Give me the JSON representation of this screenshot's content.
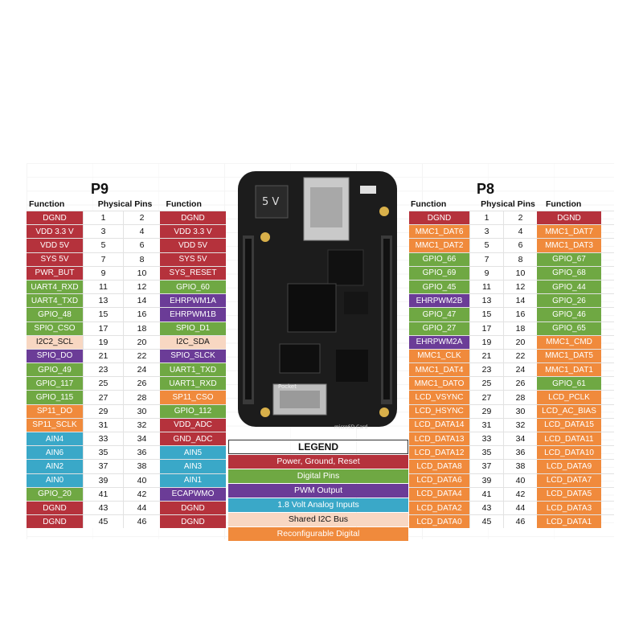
{
  "colors": {
    "power": "#b5323c",
    "digital": "#6fa843",
    "pwm": "#6b3c97",
    "analog": "#3aa8c8",
    "i2c": "#f8d7c2",
    "reconf": "#f08a3c"
  },
  "p9": {
    "title": "P9",
    "headers": [
      "Function",
      "Physical Pins",
      "Function"
    ],
    "rows": [
      {
        "l": "DGND",
        "lc": "power",
        "a": "1",
        "b": "2",
        "r": "DGND",
        "rc": "power"
      },
      {
        "l": "VDD 3.3 V",
        "lc": "power",
        "a": "3",
        "b": "4",
        "r": "VDD 3.3 V",
        "rc": "power"
      },
      {
        "l": "VDD 5V",
        "lc": "power",
        "a": "5",
        "b": "6",
        "r": "VDD 5V",
        "rc": "power"
      },
      {
        "l": "SYS 5V",
        "lc": "power",
        "a": "7",
        "b": "8",
        "r": "SYS 5V",
        "rc": "power"
      },
      {
        "l": "PWR_BUT",
        "lc": "power",
        "a": "9",
        "b": "10",
        "r": "SYS_RESET",
        "rc": "power"
      },
      {
        "l": "UART4_RXD",
        "lc": "digital",
        "a": "11",
        "b": "12",
        "r": "GPIO_60",
        "rc": "digital"
      },
      {
        "l": "UART4_TXD",
        "lc": "digital",
        "a": "13",
        "b": "14",
        "r": "EHRPWM1A",
        "rc": "pwm"
      },
      {
        "l": "GPIO_48",
        "lc": "digital",
        "a": "15",
        "b": "16",
        "r": "EHRPWM1B",
        "rc": "pwm"
      },
      {
        "l": "SPIO_CSO",
        "lc": "digital",
        "a": "17",
        "b": "18",
        "r": "SPIO_D1",
        "rc": "digital"
      },
      {
        "l": "I2C2_SCL",
        "lc": "i2c",
        "a": "19",
        "b": "20",
        "r": "I2C_SDA",
        "rc": "i2c"
      },
      {
        "l": "SPIO_DO",
        "lc": "pwm",
        "a": "21",
        "b": "22",
        "r": "SPIO_SLCK",
        "rc": "pwm"
      },
      {
        "l": "GPIO_49",
        "lc": "digital",
        "a": "23",
        "b": "24",
        "r": "UART1_TXD",
        "rc": "digital"
      },
      {
        "l": "GPIO_117",
        "lc": "digital",
        "a": "25",
        "b": "26",
        "r": "UART1_RXD",
        "rc": "digital"
      },
      {
        "l": "GPIO_115",
        "lc": "digital",
        "a": "27",
        "b": "28",
        "r": "SP11_CSO",
        "rc": "reconf"
      },
      {
        "l": "SP11_DO",
        "lc": "reconf",
        "a": "29",
        "b": "30",
        "r": "GPIO_112",
        "rc": "digital"
      },
      {
        "l": "SP11_SCLK",
        "lc": "reconf",
        "a": "31",
        "b": "32",
        "r": "VDD_ADC",
        "rc": "power"
      },
      {
        "l": "AIN4",
        "lc": "analog",
        "a": "33",
        "b": "34",
        "r": "GND_ADC",
        "rc": "power"
      },
      {
        "l": "AIN6",
        "lc": "analog",
        "a": "35",
        "b": "36",
        "r": "AIN5",
        "rc": "analog"
      },
      {
        "l": "AIN2",
        "lc": "analog",
        "a": "37",
        "b": "38",
        "r": "AIN3",
        "rc": "analog"
      },
      {
        "l": "AIN0",
        "lc": "analog",
        "a": "39",
        "b": "40",
        "r": "AIN1",
        "rc": "analog"
      },
      {
        "l": "GPIO_20",
        "lc": "digital",
        "a": "41",
        "b": "42",
        "r": "ECAPWMO",
        "rc": "pwm"
      },
      {
        "l": "DGND",
        "lc": "power",
        "a": "43",
        "b": "44",
        "r": "DGND",
        "rc": "power"
      },
      {
        "l": "DGND",
        "lc": "power",
        "a": "45",
        "b": "46",
        "r": "DGND",
        "rc": "power"
      }
    ]
  },
  "p8": {
    "title": "P8",
    "headers": [
      "Function",
      "Physical Pins",
      "Function"
    ],
    "rows": [
      {
        "l": "DGND",
        "lc": "power",
        "a": "1",
        "b": "2",
        "r": "DGND",
        "rc": "power"
      },
      {
        "l": "MMC1_DAT6",
        "lc": "reconf",
        "a": "3",
        "b": "4",
        "r": "MMC1_DAT7",
        "rc": "reconf"
      },
      {
        "l": "MMC1_DAT2",
        "lc": "reconf",
        "a": "5",
        "b": "6",
        "r": "MMC1_DAT3",
        "rc": "reconf"
      },
      {
        "l": "GPIO_66",
        "lc": "digital",
        "a": "7",
        "b": "8",
        "r": "GPIO_67",
        "rc": "digital"
      },
      {
        "l": "GPIO_69",
        "lc": "digital",
        "a": "9",
        "b": "10",
        "r": "GPIO_68",
        "rc": "digital"
      },
      {
        "l": "GPIO_45",
        "lc": "digital",
        "a": "11",
        "b": "12",
        "r": "GPIO_44",
        "rc": "digital"
      },
      {
        "l": "EHRPWM2B",
        "lc": "pwm",
        "a": "13",
        "b": "14",
        "r": "GPIO_26",
        "rc": "digital"
      },
      {
        "l": "GPIO_47",
        "lc": "digital",
        "a": "15",
        "b": "16",
        "r": "GPIO_46",
        "rc": "digital"
      },
      {
        "l": "GPIO_27",
        "lc": "digital",
        "a": "17",
        "b": "18",
        "r": "GPIO_65",
        "rc": "digital"
      },
      {
        "l": "EHRPWM2A",
        "lc": "pwm",
        "a": "19",
        "b": "20",
        "r": "MMC1_CMD",
        "rc": "reconf"
      },
      {
        "l": "MMC1_CLK",
        "lc": "reconf",
        "a": "21",
        "b": "22",
        "r": "MMC1_DAT5",
        "rc": "reconf"
      },
      {
        "l": "MMC1_DAT4",
        "lc": "reconf",
        "a": "23",
        "b": "24",
        "r": "MMC1_DAT1",
        "rc": "reconf"
      },
      {
        "l": "MMC1_DATO",
        "lc": "reconf",
        "a": "25",
        "b": "26",
        "r": "GPIO_61",
        "rc": "digital"
      },
      {
        "l": "LCD_VSYNC",
        "lc": "reconf",
        "a": "27",
        "b": "28",
        "r": "LCD_PCLK",
        "rc": "reconf"
      },
      {
        "l": "LCD_HSYNC",
        "lc": "reconf",
        "a": "29",
        "b": "30",
        "r": "LCD_AC_BIAS",
        "rc": "reconf"
      },
      {
        "l": "LCD_DATA14",
        "lc": "reconf",
        "a": "31",
        "b": "32",
        "r": "LCD_DATA15",
        "rc": "reconf"
      },
      {
        "l": "LCD_DATA13",
        "lc": "reconf",
        "a": "33",
        "b": "34",
        "r": "LCD_DATA11",
        "rc": "reconf"
      },
      {
        "l": "LCD_DATA12",
        "lc": "reconf",
        "a": "35",
        "b": "36",
        "r": "LCD_DATA10",
        "rc": "reconf"
      },
      {
        "l": "LCD_DATA8",
        "lc": "reconf",
        "a": "37",
        "b": "38",
        "r": "LCD_DATA9",
        "rc": "reconf"
      },
      {
        "l": "LCD_DATA6",
        "lc": "reconf",
        "a": "39",
        "b": "40",
        "r": "LCD_DATA7",
        "rc": "reconf"
      },
      {
        "l": "LCD_DATA4",
        "lc": "reconf",
        "a": "41",
        "b": "42",
        "r": "LCD_DATA5",
        "rc": "reconf"
      },
      {
        "l": "LCD_DATA2",
        "lc": "reconf",
        "a": "43",
        "b": "44",
        "r": "LCD_DATA3",
        "rc": "reconf"
      },
      {
        "l": "LCD_DATA0",
        "lc": "reconf",
        "a": "45",
        "b": "46",
        "r": "LCD_DATA1",
        "rc": "reconf"
      }
    ]
  },
  "legend": {
    "title": "LEGEND",
    "items": [
      {
        "label": "Power, Ground, Reset",
        "c": "power"
      },
      {
        "label": "Digital Pins",
        "c": "digital"
      },
      {
        "label": "PWM Output",
        "c": "pwm"
      },
      {
        "label": "1.8 Volt Analog Inputs",
        "c": "analog"
      },
      {
        "label": "Shared I2C Bus",
        "c": "i2c"
      },
      {
        "label": "Reconfigurable Digital",
        "c": "reconf"
      }
    ]
  },
  "board": {
    "dc_jack_label": "5 V",
    "usb_label": "Pocket",
    "sd_label": "microSD Card"
  }
}
